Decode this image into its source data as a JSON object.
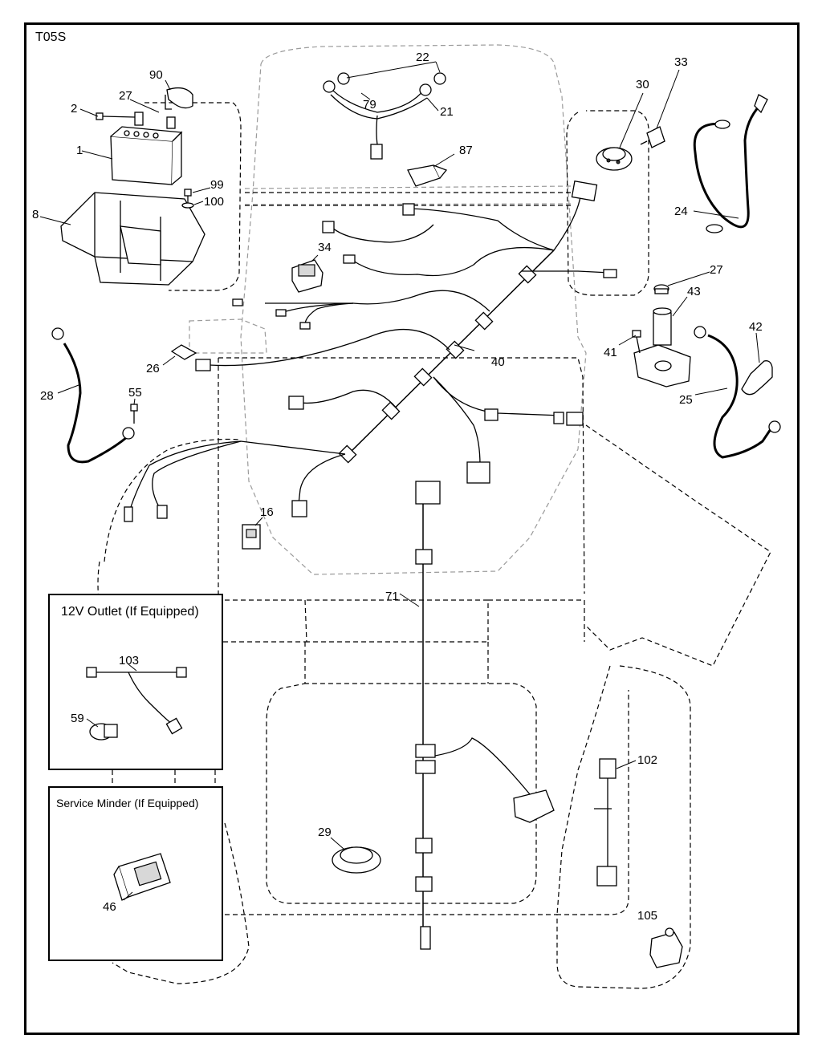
{
  "diagram_code": "T05S",
  "insets": {
    "outlet": {
      "title": "12V Outlet (If Equipped)"
    },
    "minder": {
      "title": "Service Minder (If Equipped)"
    }
  },
  "callouts": {
    "c1": "1",
    "c2": "2",
    "c8": "8",
    "c16": "16",
    "c21": "21",
    "c22": "22",
    "c24": "24",
    "c25": "25",
    "c26": "26",
    "c27a": "27",
    "c27b": "27",
    "c28": "28",
    "c29": "29",
    "c30": "30",
    "c33": "33",
    "c34": "34",
    "c40": "40",
    "c41": "41",
    "c42": "42",
    "c43": "43",
    "c46": "46",
    "c55": "55",
    "c59": "59",
    "c71": "71",
    "c79": "79",
    "c87": "87",
    "c90": "90",
    "c99": "99",
    "c100": "100",
    "c102": "102",
    "c103": "103",
    "c105": "105"
  }
}
